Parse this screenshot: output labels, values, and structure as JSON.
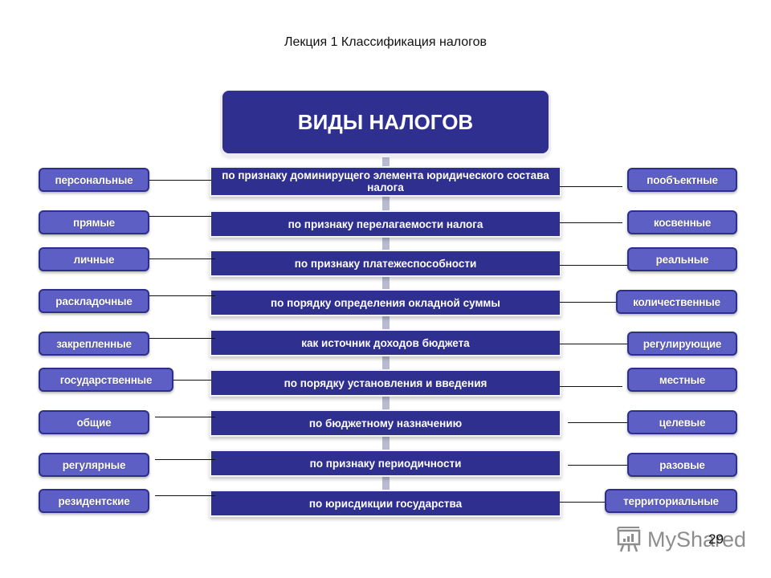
{
  "header": {
    "title": "Лекция 1 Классификация налогов"
  },
  "diagram": {
    "root": "ВИДЫ НАЛОГОВ",
    "rows": [
      {
        "criterion": "по признаку доминирущего элемента юридического состава налога",
        "left": "персональные",
        "right": "пообъектные"
      },
      {
        "criterion": "по признаку перелагаемости налога",
        "left": "прямые",
        "right": "косвенные"
      },
      {
        "criterion": "по признаку платежеспособности",
        "left": "личные",
        "right": "реальные"
      },
      {
        "criterion": "по порядку определения окладной суммы",
        "left": "раскладочные",
        "right": "количественные"
      },
      {
        "criterion": "как источник доходов бюджета",
        "left": "закрепленные",
        "right": "регулирующие"
      },
      {
        "criterion": "по порядку установления и введения",
        "left": "государственные",
        "right": "местные"
      },
      {
        "criterion": "по бюджетному назначению",
        "left": "общие",
        "right": "целевые"
      },
      {
        "criterion": "по признаку периодичности",
        "left": "регулярные",
        "right": "разовые"
      },
      {
        "criterion": "по юрисдикции государства",
        "left": "резидентские",
        "right": "территориальные"
      }
    ],
    "colors": {
      "dark_box": "#2e2f8f",
      "tag_fill": "#5d5fc4",
      "tag_border": "#2e2f8a",
      "spine": "#b9bbd0"
    }
  },
  "footer": {
    "page_number": "29",
    "watermark": "MyShared",
    "watermark_icon": "presentation-board-icon"
  }
}
